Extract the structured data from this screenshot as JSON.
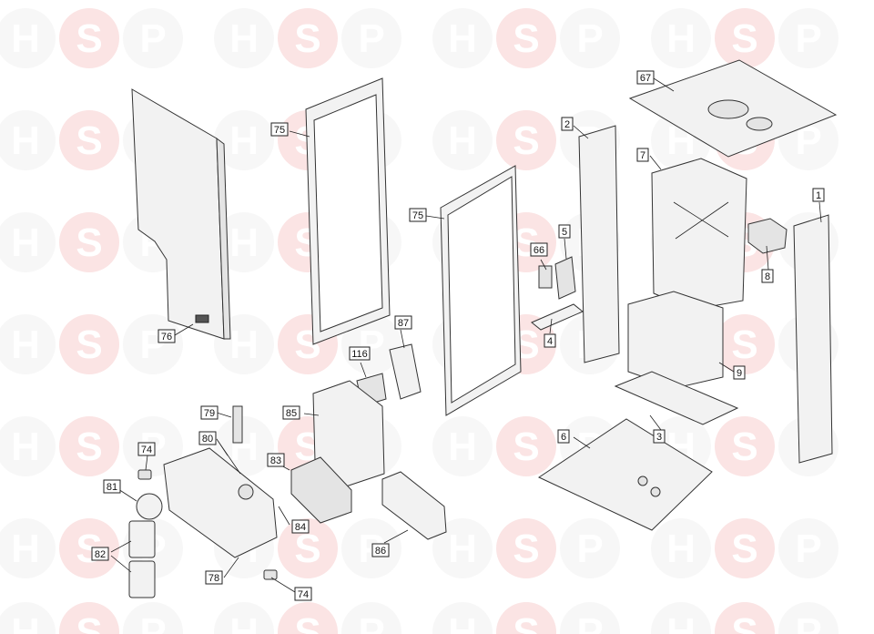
{
  "watermark": {
    "letters": [
      "H",
      "S",
      "P"
    ]
  },
  "labels": [
    "1",
    "2",
    "3",
    "4",
    "5",
    "6",
    "7",
    "8",
    "9",
    "66",
    "67",
    "74",
    "74",
    "75",
    "75",
    "76",
    "78",
    "79",
    "80",
    "81",
    "82",
    "83",
    "84",
    "85",
    "86",
    "87",
    "116"
  ],
  "colors": {
    "watermark_grey": "#f7f7f7",
    "watermark_pink": "#fbe4e4",
    "line": "#333333"
  }
}
